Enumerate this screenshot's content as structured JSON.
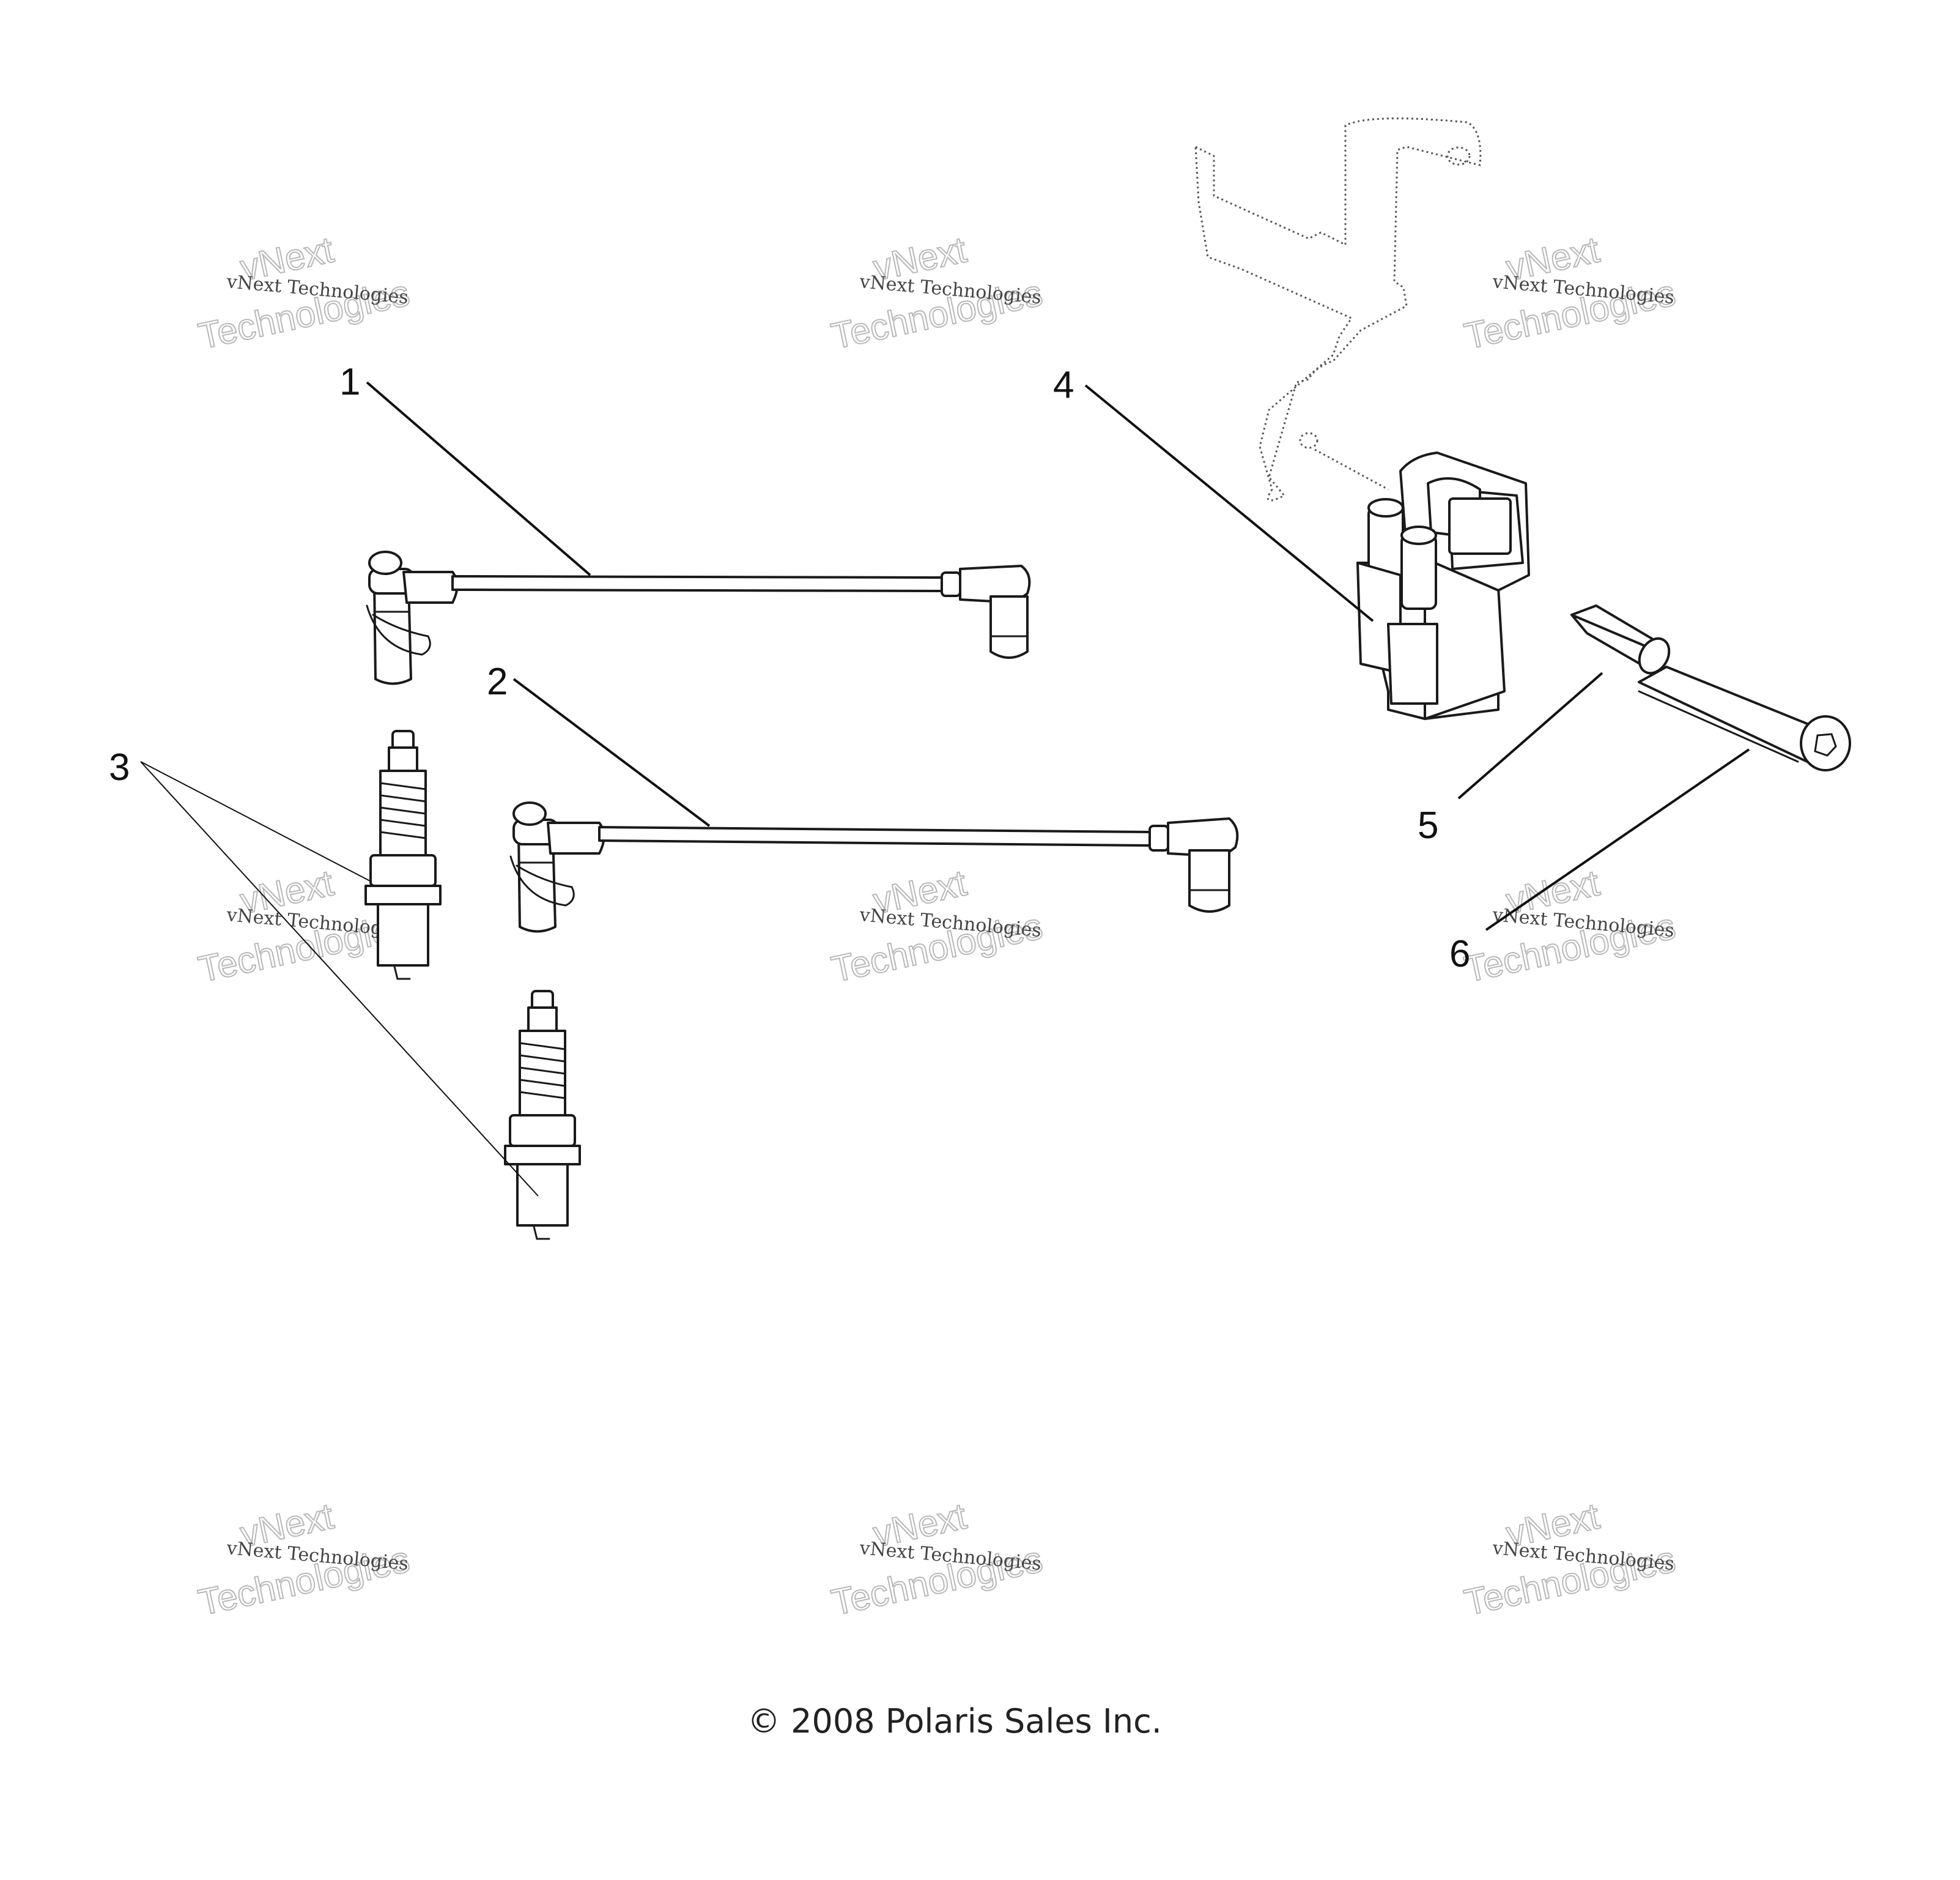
{
  "diagram": {
    "callouts": [
      {
        "id": "1",
        "label": "1"
      },
      {
        "id": "2",
        "label": "2"
      },
      {
        "id": "3",
        "label": "3"
      },
      {
        "id": "4",
        "label": "4"
      },
      {
        "id": "5",
        "label": "5"
      },
      {
        "id": "6",
        "label": "6"
      }
    ],
    "copyright": "© 2008 Polaris Sales Inc."
  },
  "watermark": {
    "line_small": "vNext Technologies",
    "line_big_1": "vNext",
    "line_big_2": "Technologies"
  },
  "colors": {
    "line": "#1a1a1a",
    "watermark": "#b8b8b8",
    "background": "#ffffff"
  }
}
